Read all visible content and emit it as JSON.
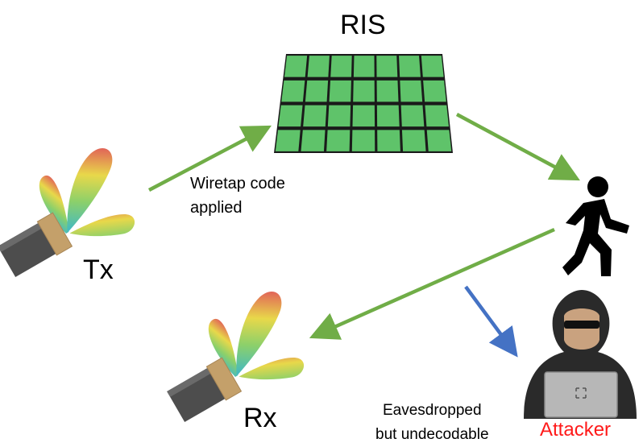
{
  "labels": {
    "ris": "RIS",
    "tx": "Tx",
    "rx": "Rx",
    "wiretap_line1": "Wiretap code",
    "wiretap_line2": "applied",
    "eaves_line1": "Eavesdropped",
    "eaves_line2": "but undecodable",
    "attacker": "Attacker"
  },
  "colors": {
    "green_arrow": "#70ad47",
    "blue_arrow": "#4472c4",
    "ris_cell": "#5fc36a",
    "attacker_text": "#ff1a1a",
    "antenna_wood": "#c4a06a",
    "antenna_body": "#4d4d4d"
  },
  "icons": [
    "antenna-tx-icon",
    "antenna-rx-icon",
    "ris-panel-icon",
    "walking-person-icon",
    "hooded-attacker-icon"
  ]
}
